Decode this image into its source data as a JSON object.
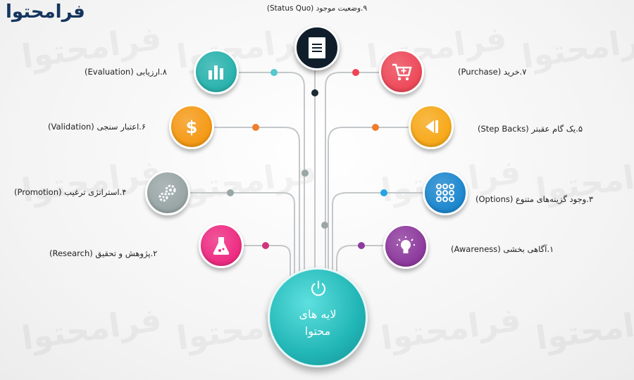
{
  "brand": {
    "logo_text": "فرامحتوا",
    "watermark_text": "فرامحتوا"
  },
  "top": {
    "label": "۹.وضعیت موجود (Status Quo)"
  },
  "center": {
    "title_line1": "لایه های",
    "title_line2": "محتوا"
  },
  "left_items": [
    {
      "label": "۸.ارزیابی (Evaluation)",
      "color": "#2bb3ae",
      "icon": "bar-chart-icon"
    },
    {
      "label": "۶.اعتبار سنجی (Validation)",
      "color": "#f59a16",
      "icon": "dollar-icon"
    },
    {
      "label": "۴.استراتژی ترغیب (Promotion)",
      "color": "#9aa6a6",
      "icon": "gears-icon"
    },
    {
      "label": "۲.پژوهش و تحقیق (Research)",
      "color": "#ee2d83",
      "icon": "flask-icon"
    }
  ],
  "right_items": [
    {
      "label": "۷.خرید (Purchase)",
      "color": "#ee4a5a",
      "icon": "cart-icon"
    },
    {
      "label": "۵.یک گام عقبتر (Step Backs)",
      "color": "#f7a91a",
      "icon": "step-back-icon"
    },
    {
      "label": "۳.وجود گزینه‌های متنوع (Options)",
      "color": "#1e88cf",
      "icon": "grid-icon"
    },
    {
      "label": "۱.آگاهی بخشی (Awareness)",
      "color": "#8e3b9e",
      "icon": "bulb-icon"
    }
  ],
  "dot_colors": [
    "#55c7cf",
    "#f07d2b",
    "#9aa6a6",
    "#d0357a",
    "#1e2a33",
    "#ef4455",
    "#22a5e0",
    "#8e3b9e"
  ]
}
